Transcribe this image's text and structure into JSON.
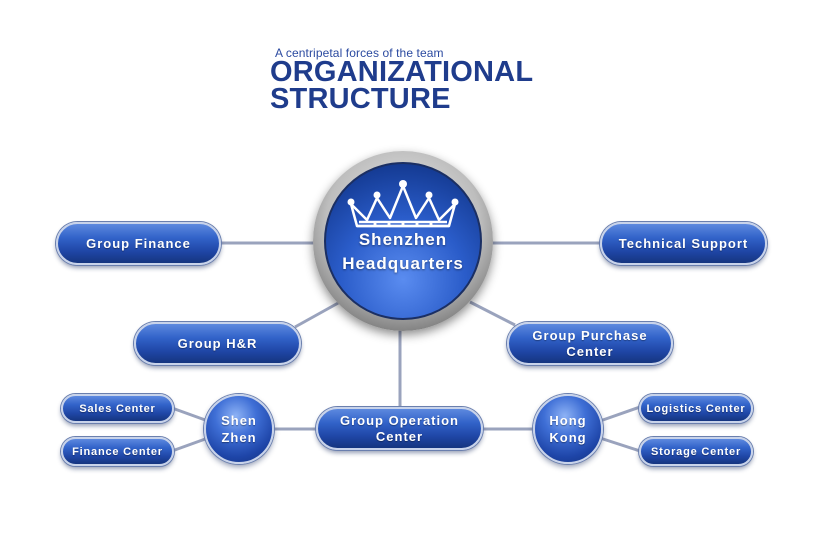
{
  "header": {
    "subtitle": "A centripetal forces of the team",
    "title_line1": "ORGANIZATIONAL",
    "title_line2": "STRUCTURE"
  },
  "hub": {
    "label": "Shenzhen\nHeadquarters",
    "icon": "crown-icon"
  },
  "nodes": {
    "group_finance": "Group Finance",
    "technical_support": "Technical Support",
    "group_hr": "Group  H&R",
    "group_purchase": "Group Purchase\nCenter",
    "group_operation": "Group Operation\nCenter",
    "shenzhen": "Shen\nZhen",
    "hongkong": "Hong\nKong",
    "sales_center": "Sales Center",
    "finance_center": "Finance Center",
    "logistics_center": "Logistics Center",
    "storage_center": "Storage Center"
  },
  "colors": {
    "title": "#1f3c8c",
    "node_fill": "#2a55b8",
    "connector": "#9aa3bd"
  }
}
